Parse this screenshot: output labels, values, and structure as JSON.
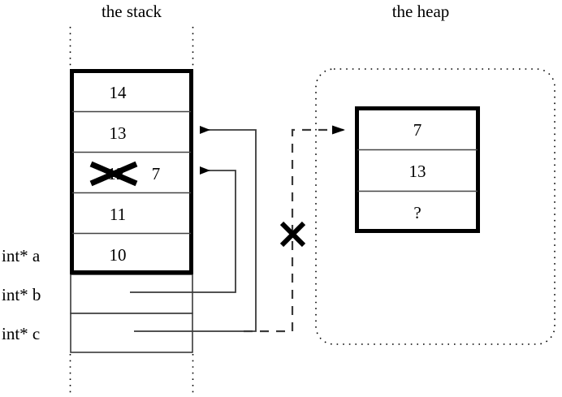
{
  "diagram": {
    "type": "memory-diagram",
    "titles": {
      "stack": "the stack",
      "heap": "the heap"
    },
    "stack": {
      "frame_cells": [
        {
          "value": "14",
          "crossed_out": false
        },
        {
          "value": "13",
          "crossed_out": false
        },
        {
          "value": "12",
          "crossed_out": true,
          "new_value": "7"
        },
        {
          "value": "11",
          "crossed_out": false
        },
        {
          "value": "10",
          "crossed_out": false
        }
      ],
      "variables": [
        {
          "label": "int* a",
          "cell_value": "10",
          "in_frame": true
        },
        {
          "label": "int* b",
          "cell_value": "",
          "in_frame": false
        },
        {
          "label": "int* c",
          "cell_value": "",
          "in_frame": false
        }
      ]
    },
    "heap": {
      "cells": [
        {
          "value": "7"
        },
        {
          "value": "13"
        },
        {
          "value": "?"
        }
      ]
    },
    "pointers": [
      {
        "name": "b-to-stack-row3",
        "from": "int* b",
        "to": "stack-cell-12-7",
        "style": "solid",
        "invalidated": false
      },
      {
        "name": "c-to-stack-row2",
        "from": "int* c",
        "to": "stack-cell-13",
        "style": "solid",
        "invalidated": false
      },
      {
        "name": "c-to-heap",
        "from": "int* c",
        "to": "heap-cell-7",
        "style": "dashed",
        "invalidated": true
      }
    ],
    "annotations": [
      {
        "name": "crossed-out-value",
        "glyph": "X",
        "target": "stack-cell-12"
      },
      {
        "name": "invalidated-pointer-mark",
        "glyph": "X",
        "target": "c-to-heap"
      }
    ],
    "colors": {
      "ink": "#000000",
      "line": "#3a3a3a",
      "background": "#ffffff"
    }
  }
}
